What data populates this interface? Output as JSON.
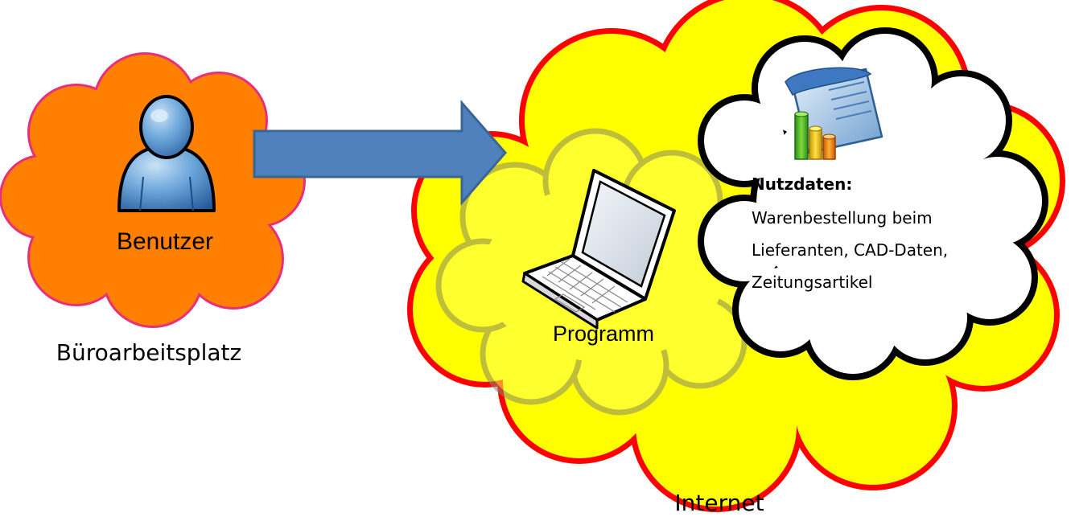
{
  "diagram": {
    "user": {
      "label": "Benutzer",
      "icon": "user-icon",
      "cloud_fill": "#ff8000",
      "cloud_stroke": "#e8307a"
    },
    "workplace": {
      "label": "Büroarbeitsplatz"
    },
    "arrow": {
      "icon": "arrow-right-icon",
      "fill": "#4f81bd",
      "stroke": "#3a6597"
    },
    "internet": {
      "label": "Internet",
      "cloud_fill": "#ffff00",
      "cloud_stroke": "#ff0000"
    },
    "program": {
      "label": "Programm",
      "icon": "laptop-icon"
    },
    "payload": {
      "title": "Nutzdaten:",
      "lines": [
        "Warenbestellung beim",
        "Lieferanten, CAD-Daten,",
        "Zeitungsartikel"
      ],
      "icon": "report-document-icon",
      "cloud_stroke": "#000000"
    }
  }
}
